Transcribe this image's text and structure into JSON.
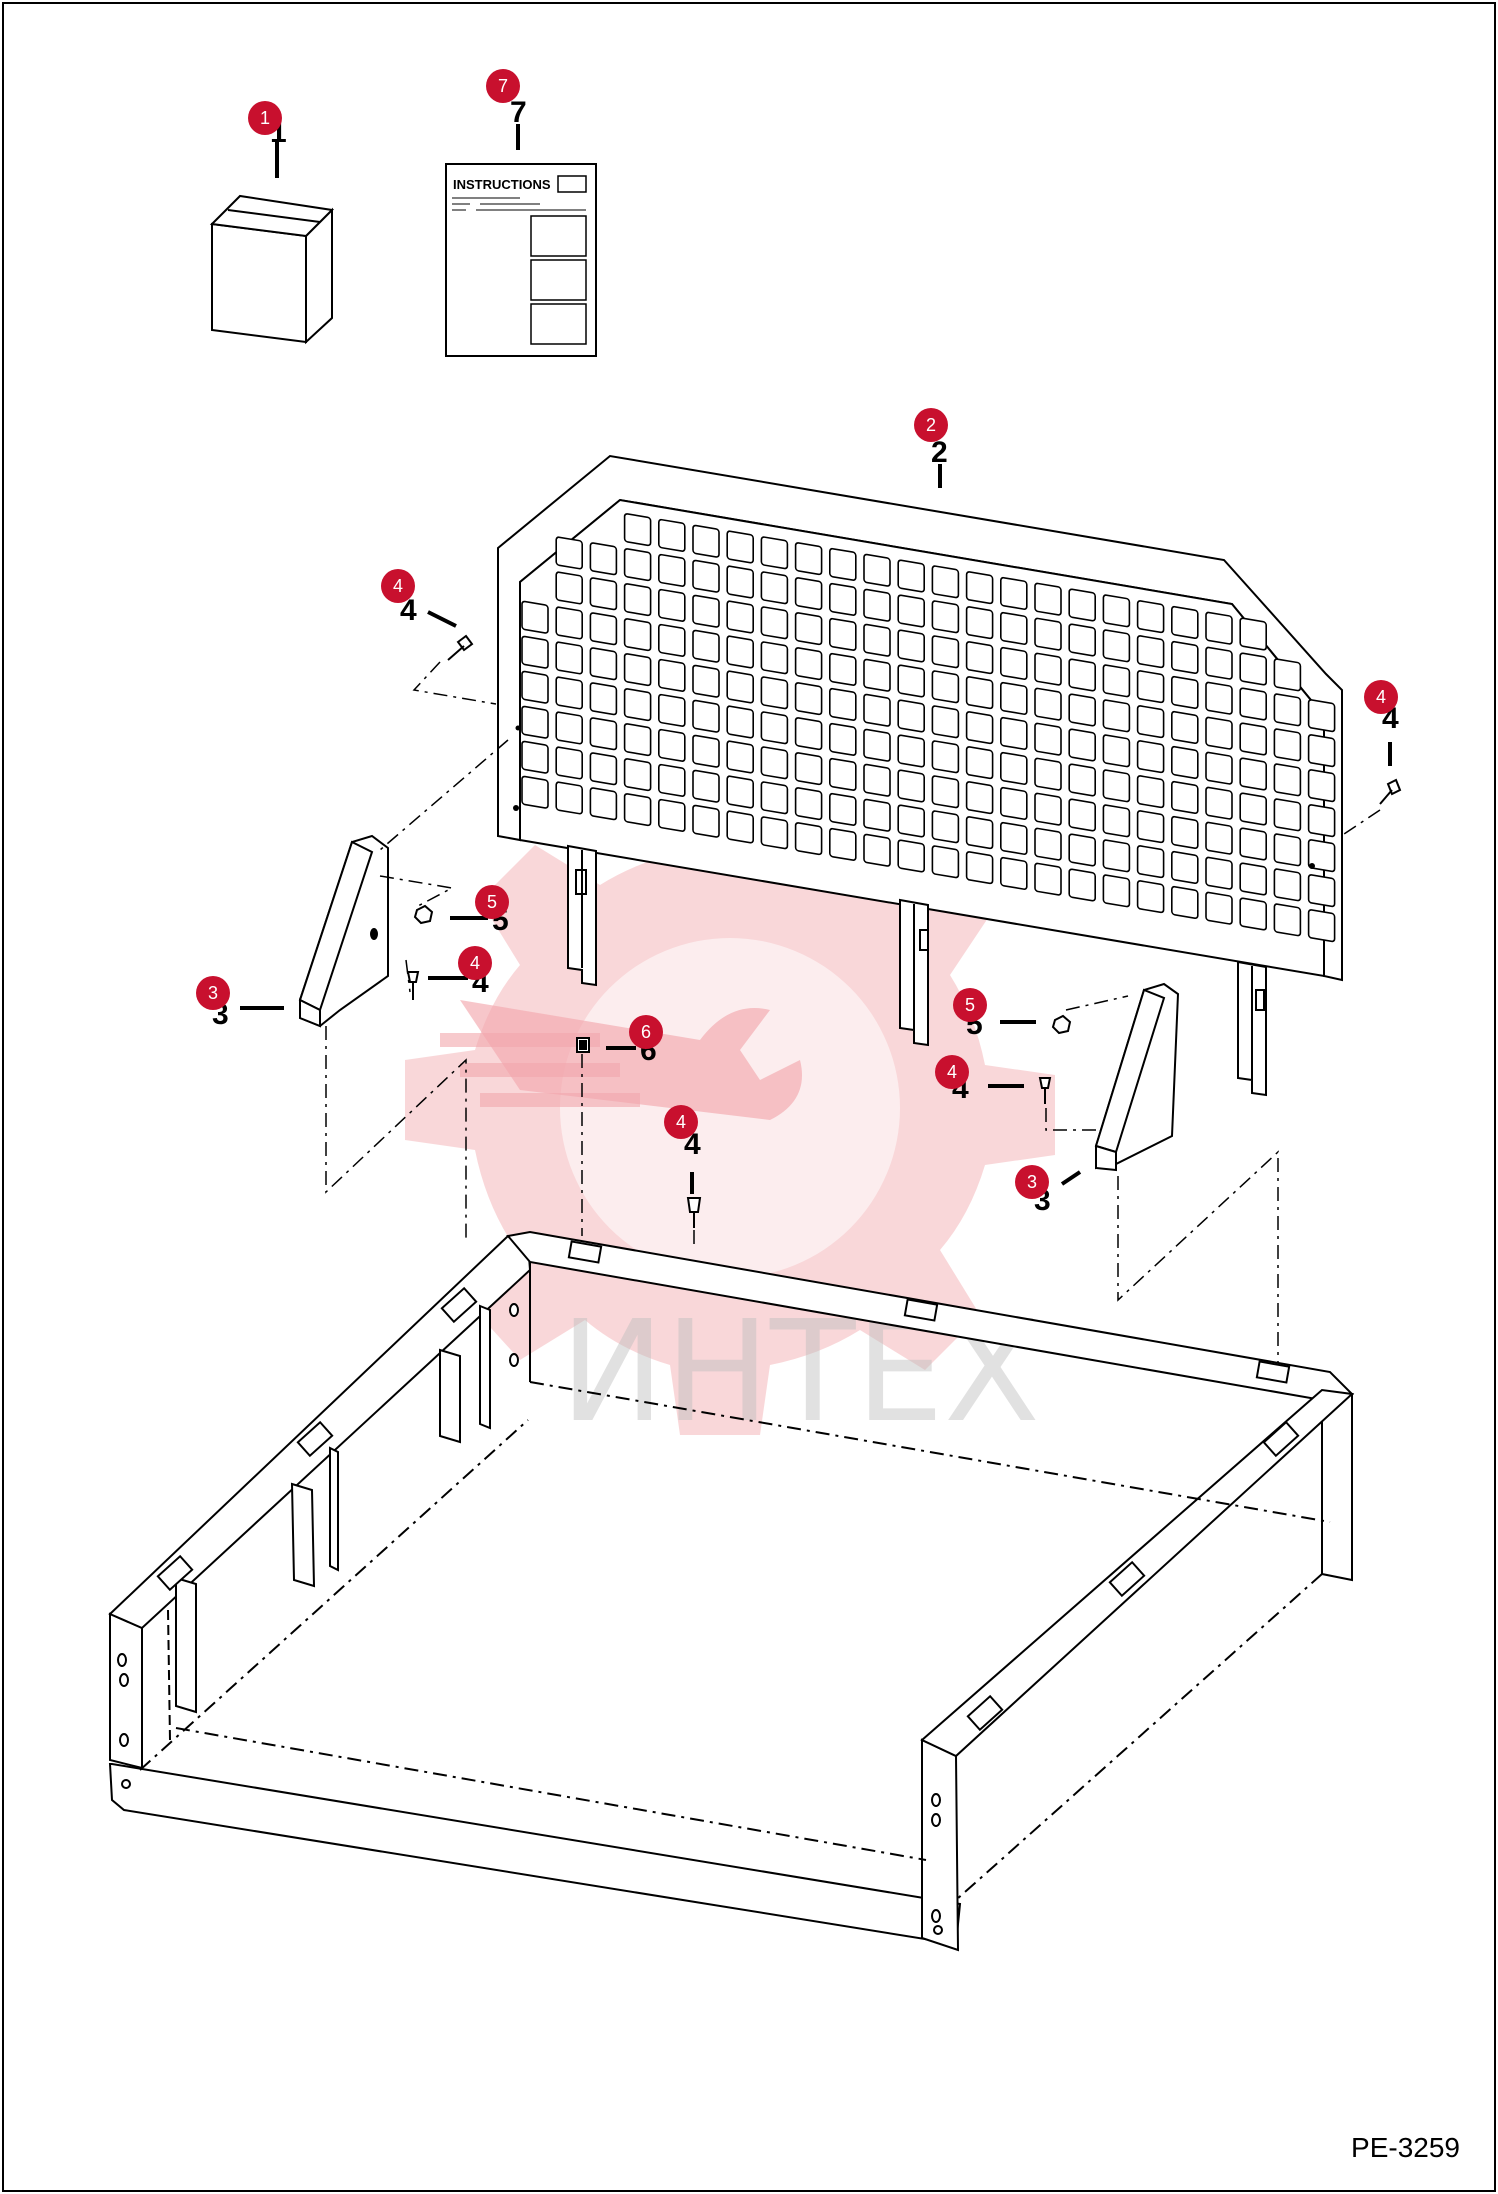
{
  "document": {
    "reference": "PE-3259",
    "watermark_text": "ИНТЕХ",
    "instructions_sheet_title": "INSTRUCTIONS"
  },
  "colors": {
    "callout": "#c8102e",
    "line": "#000000",
    "watermark_gear": "#f7c9cc",
    "watermark_text": "#bdbdbd"
  },
  "callouts": [
    {
      "id": "c1",
      "label": "1"
    },
    {
      "id": "c7",
      "label": "7"
    },
    {
      "id": "c2",
      "label": "2"
    },
    {
      "id": "c4a",
      "label": "4"
    },
    {
      "id": "c4b",
      "label": "4"
    },
    {
      "id": "c5a",
      "label": "5"
    },
    {
      "id": "c4c",
      "label": "4"
    },
    {
      "id": "c3a",
      "label": "3"
    },
    {
      "id": "c6",
      "label": "6"
    },
    {
      "id": "c5b",
      "label": "5"
    },
    {
      "id": "c4d",
      "label": "4"
    },
    {
      "id": "c4e",
      "label": "4"
    },
    {
      "id": "c3b",
      "label": "3"
    }
  ]
}
